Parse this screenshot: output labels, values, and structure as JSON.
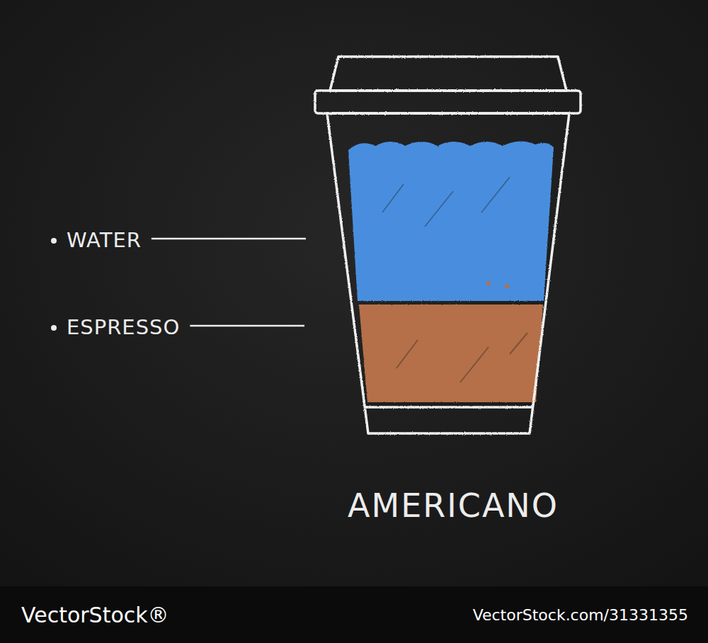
{
  "diagram": {
    "title": "AMERICANO",
    "labels": [
      "WATER",
      "ESPRESSO",
      "VectorStock®",
      "VectorStock.com/31331355"
    ]
  }
}
